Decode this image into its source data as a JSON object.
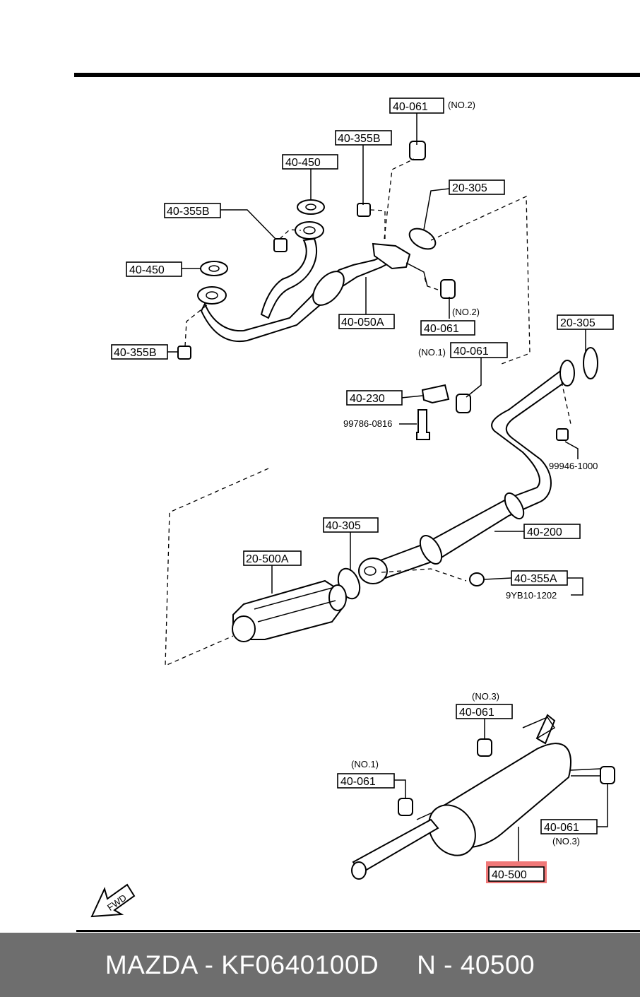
{
  "labels": {
    "l1": "40-061",
    "l1n": "(NO.2)",
    "l2": "40-355B",
    "l3": "40-450",
    "l4": "20-305",
    "l5": "40-355B",
    "l6": "40-450",
    "l7": "40-050A",
    "l8n": "(NO.2)",
    "l8": "40-061",
    "l9": "40-355B",
    "l10n": "(NO.1)",
    "l10": "40-061",
    "l11": "20-305",
    "l12": "40-230",
    "l13": "99786-0816",
    "l14": "99946-1000",
    "l15": "40-305",
    "l16": "20-500A",
    "l17": "40-200",
    "l18": "40-355A",
    "l19": "9YB10-1202",
    "l20n": "(NO.3)",
    "l20": "40-061",
    "l21n": "(NO.1)",
    "l21": "40-061",
    "l22": "40-061",
    "l22n": "(NO.3)",
    "l23": "40-500",
    "fwd": "FWD"
  },
  "highlight_color": "#f07878",
  "footer": {
    "text": "MAZDA - KF0640100D     N - 40500"
  }
}
